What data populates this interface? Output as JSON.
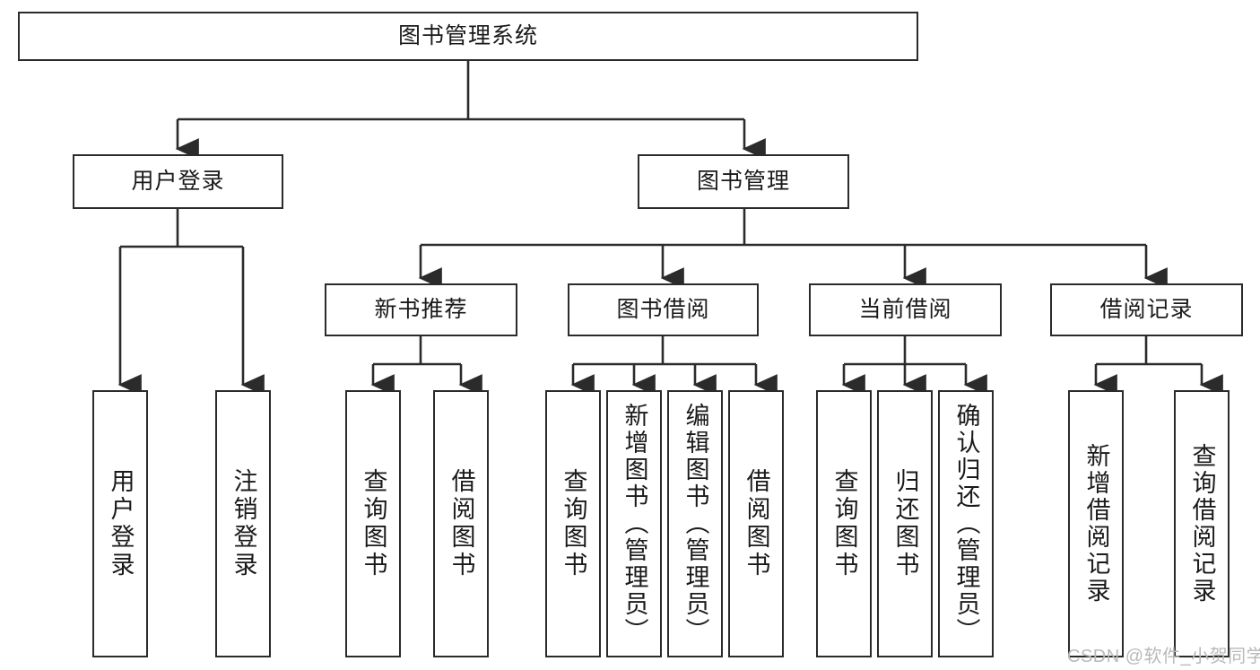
{
  "diagram": {
    "title": "图书管理系统",
    "type": "tree-hierarchy-diagram",
    "watermark": "CSDN @软件_小贺同学",
    "colors": {
      "border": "#2b2b2b",
      "background": "#ffffff",
      "text": "#1a1a1a",
      "watermark": "#b9b9b9"
    },
    "root": {
      "label": "图书管理系统"
    },
    "level2": [
      {
        "label": "用户登录"
      },
      {
        "label": "图书管理"
      }
    ],
    "level3": [
      {
        "label": "新书推荐"
      },
      {
        "label": "图书借阅"
      },
      {
        "label": "当前借阅"
      },
      {
        "label": "借阅记录"
      }
    ],
    "leaves": {
      "user_login": [
        {
          "label": "用户登录"
        },
        {
          "label": "注销登录"
        }
      ],
      "new_book_recommend": [
        {
          "label": "查询图书"
        },
        {
          "label": "借阅图书"
        }
      ],
      "book_borrow": [
        {
          "label": "查询图书"
        },
        {
          "label": "新增图书（管理员）"
        },
        {
          "label": "编辑图书（管理员）"
        },
        {
          "label": "借阅图书"
        }
      ],
      "current_borrow": [
        {
          "label": "查询图书"
        },
        {
          "label": "归还图书"
        },
        {
          "label": "确认归还（管理员）"
        }
      ],
      "borrow_record": [
        {
          "label": "新增借阅记录"
        },
        {
          "label": "查询借阅记录"
        }
      ]
    }
  }
}
